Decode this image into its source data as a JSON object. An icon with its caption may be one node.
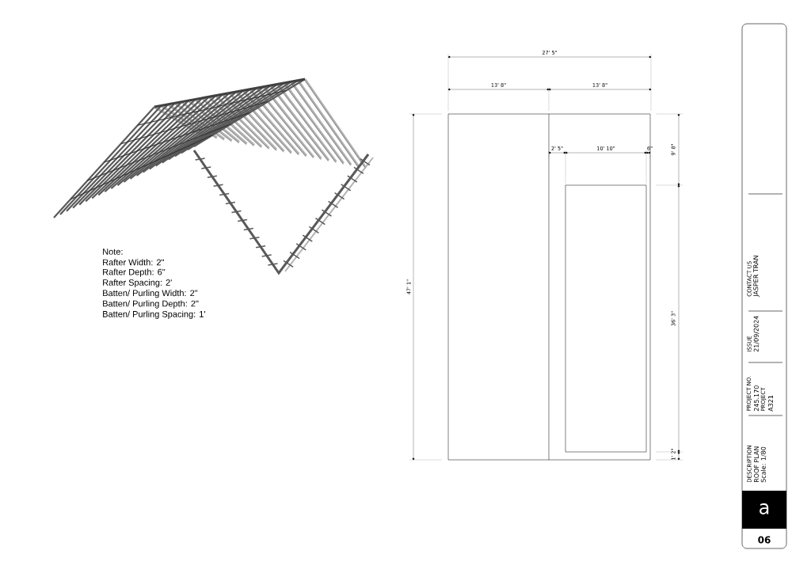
{
  "diagram": {
    "labels": [
      "Note:",
      "Rafter Width: 2\"",
      "Rafter Depth: 6\"",
      "Rafter Spacing: 2'",
      "Batten/ Purling Width: 2\"",
      "Batten/ Purling Depth: 2\"",
      "Batten/ Purling Spacing: 1'",
      "27' 5\"",
      "13' 8\"",
      "13' 8\"",
      "2' 5\"",
      "10' 10\"",
      "6\"",
      "9' 8\"",
      "47' 1\"",
      "36' 3\"",
      "1' 2\"",
      "CONTACT US",
      "JASPER TRAN",
      "ISSUE",
      "21/09/2024",
      "PROJECT NO.",
      "245.170",
      "PROJECT",
      "A321",
      "DESCRIPTION",
      "ROOF PLAN",
      "Scale: 1/80",
      "a",
      "06"
    ]
  }
}
